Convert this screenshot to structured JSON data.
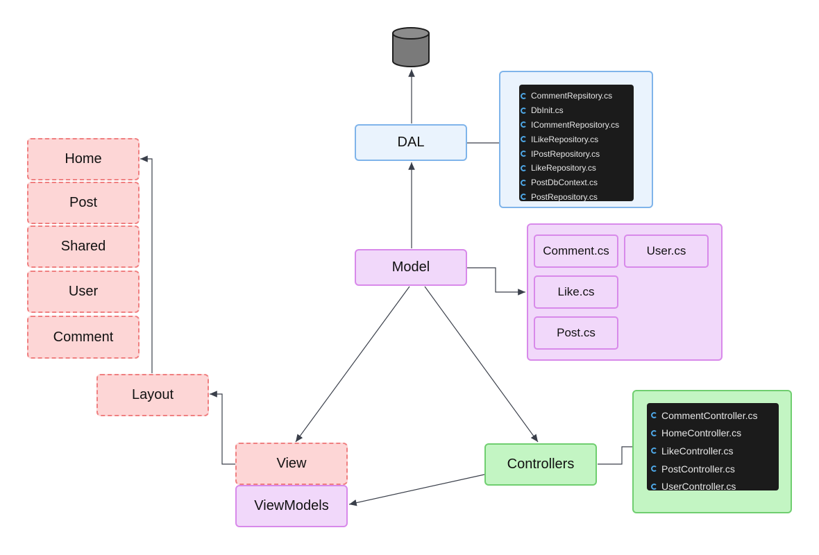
{
  "nodes": {
    "dal": "DAL",
    "model": "Model",
    "view": "View",
    "viewmodels": "ViewModels",
    "controllers": "Controllers",
    "layout": "Layout",
    "views": [
      "Home",
      "Post",
      "Shared",
      "User",
      "Comment"
    ]
  },
  "dal_files": [
    "CommentRepsitory.cs",
    "DbInit.cs",
    "ICommentRepository.cs",
    "ILikeRepository.cs",
    "IPostRepository.cs",
    "LikeRepository.cs",
    "PostDbContext.cs",
    "PostRepository.cs"
  ],
  "model_files": [
    "Comment.cs",
    "User.cs",
    "Like.cs",
    "Post.cs"
  ],
  "controller_files": [
    "CommentController.cs",
    "HomeController.cs",
    "LikeController.cs",
    "PostController.cs",
    "UserController.cs"
  ],
  "icons": {
    "database": "database-icon",
    "cs_file": "csharp-file-icon"
  },
  "colors": {
    "dal": "#eaf3fd",
    "model": "#f1d8fa",
    "view": "#fdd6d6",
    "controllers": "#c3f5c3"
  }
}
